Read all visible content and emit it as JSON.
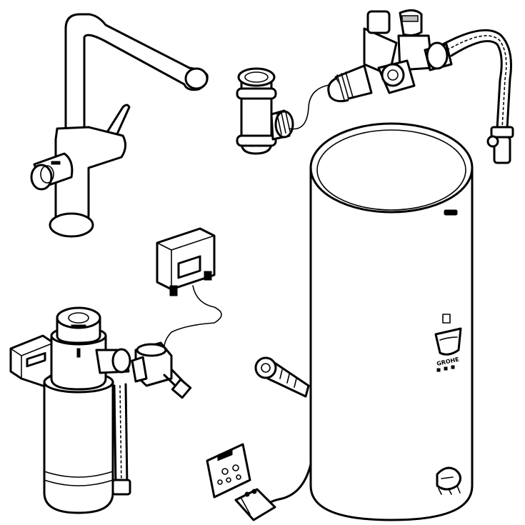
{
  "figure": {
    "components": [
      {
        "id": "faucet"
      },
      {
        "id": "tee-connector"
      },
      {
        "id": "safety-valve-group"
      },
      {
        "id": "braided-hose"
      },
      {
        "id": "control-box"
      },
      {
        "id": "filter-unit"
      },
      {
        "id": "mounting-bracket"
      },
      {
        "id": "solenoid-valve"
      },
      {
        "id": "boiler-tank"
      },
      {
        "id": "inlet-fitting"
      },
      {
        "id": "power-cable-plug"
      },
      {
        "id": "instruction-sticker"
      }
    ],
    "boiler_logo_text": "GROHE",
    "colors": {
      "line": "#000000",
      "background": "#ffffff"
    }
  }
}
